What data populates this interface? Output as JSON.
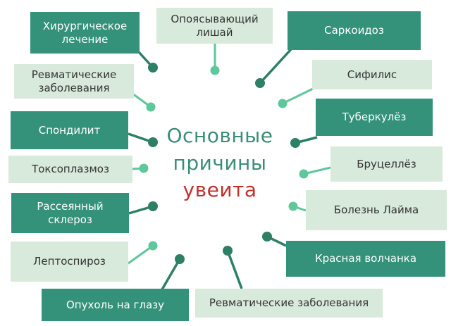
{
  "title": {
    "line1": "Основные",
    "line2": "причины",
    "line3": "увеита"
  },
  "palette": {
    "background": "#ffffff",
    "dark_box": "#34917a",
    "light_box": "#d8eadc",
    "dark_box_text": "#ffffff",
    "light_box_text": "#333333",
    "dark_connector": "#2d7f66",
    "light_connector": "#5ec79b",
    "title_green": "#3a8e78",
    "title_red": "#c3302b"
  },
  "causes": [
    {
      "label": "Хирургическое лечение",
      "variant": "dark"
    },
    {
      "label": "Опоясывающий лишай",
      "variant": "light"
    },
    {
      "label": "Саркоидоз",
      "variant": "dark"
    },
    {
      "label": "Ревматические заболевания",
      "variant": "light"
    },
    {
      "label": "Сифилис",
      "variant": "light"
    },
    {
      "label": "Спондилит",
      "variant": "dark"
    },
    {
      "label": "Туберкулёз",
      "variant": "dark"
    },
    {
      "label": "Токсоплазмоз",
      "variant": "light"
    },
    {
      "label": "Бруцеллёз",
      "variant": "light"
    },
    {
      "label": "Рассеянный склероз",
      "variant": "dark"
    },
    {
      "label": "Болезнь Лайма",
      "variant": "light"
    },
    {
      "label": "Лептоспироз",
      "variant": "light"
    },
    {
      "label": "Красная волчанка",
      "variant": "dark"
    },
    {
      "label": "Опухоль на глазу",
      "variant": "dark"
    },
    {
      "label": "Ревматические заболевания",
      "variant": "light"
    }
  ]
}
